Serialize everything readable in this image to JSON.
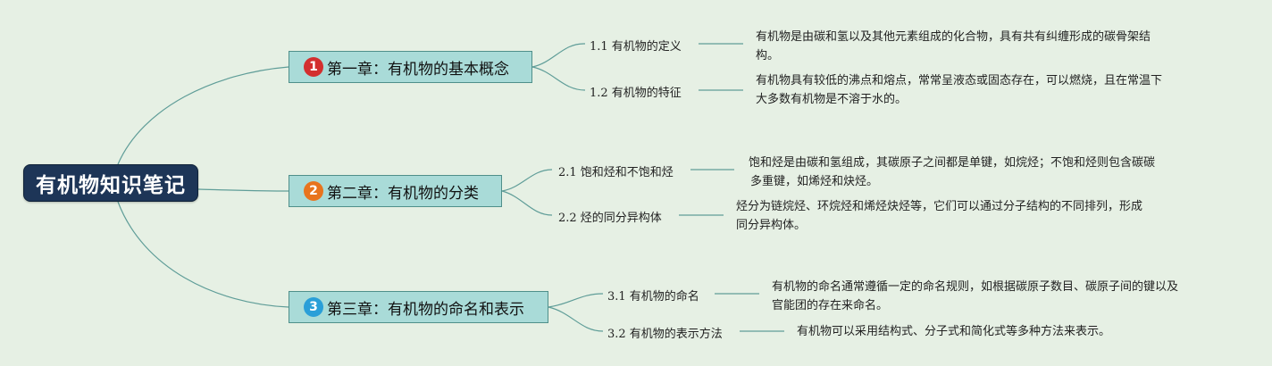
{
  "colors": {
    "background": "#e6f0e4",
    "root_fill": "#1d3557",
    "chapter_fill": "#a9dbd8",
    "chapter_border": "#4f8f8a",
    "connector": "#5f9d98"
  },
  "root": {
    "title": "有机物知识笔记"
  },
  "chapters": [
    {
      "number": "1",
      "badge_color": "#d32f2f",
      "title": "第一章：有机物的基本概念",
      "sections": [
        {
          "title": "1.1 有机物的定义",
          "lines": [
            "有机物是由碳和氢以及其他元素组成的化合物，具有共有纠缠形成的碳骨架结",
            "构。"
          ]
        },
        {
          "title": "1.2 有机物的特征",
          "lines": [
            "有机物具有较低的沸点和熔点，常常呈液态或固态存在，可以燃烧，且在常温下",
            "大多数有机物是不溶于水的。"
          ]
        }
      ]
    },
    {
      "number": "2",
      "badge_color": "#e8741e",
      "title": "第二章：有机物的分类",
      "sections": [
        {
          "title": "2.1 饱和烃和不饱和烃",
          "lines": [
            "饱和烃是由碳和氢组成，其碳原子之间都是单键，如烷烃；不饱和烃则包含碳碳",
            "多重键，如烯烃和炔烃。"
          ]
        },
        {
          "title": "2.2 烃的同分异构体",
          "lines": [
            "烃分为链烷烃、环烷烃和烯烃炔烃等，它们可以通过分子结构的不同排列，形成",
            "同分异构体。"
          ]
        }
      ]
    },
    {
      "number": "3",
      "badge_color": "#2a9fd8",
      "title": "第三章：有机物的命名和表示",
      "sections": [
        {
          "title": "3.1 有机物的命名",
          "lines": [
            "有机物的命名通常遵循一定的命名规则，如根据碳原子数目、碳原子间的键以及",
            "官能团的存在来命名。"
          ]
        },
        {
          "title": "3.2 有机物的表示方法",
          "lines": [
            "有机物可以采用结构式、分子式和简化式等多种方法来表示。"
          ]
        }
      ]
    }
  ]
}
